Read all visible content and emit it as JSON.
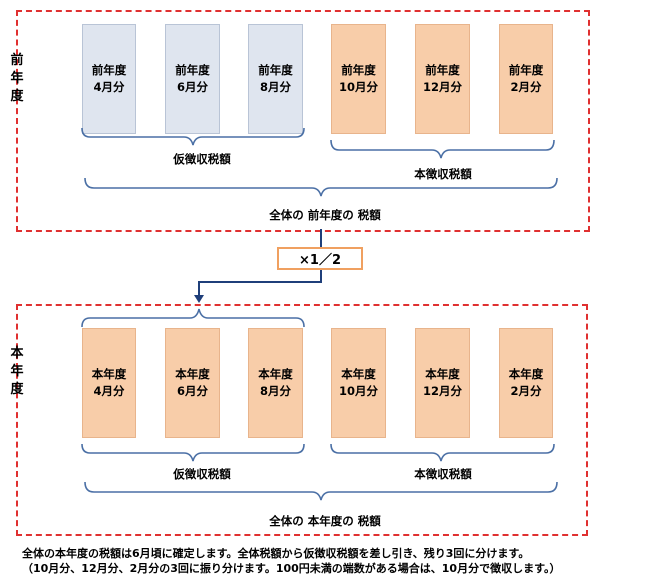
{
  "prev_year": {
    "side_label": [
      "前",
      "年",
      "度"
    ],
    "months": [
      {
        "line1": "前年度",
        "line2": "4月分"
      },
      {
        "line1": "前年度",
        "line2": "6月分"
      },
      {
        "line1": "前年度",
        "line2": "8月分"
      },
      {
        "line1": "前年度",
        "line2": "10月分"
      },
      {
        "line1": "前年度",
        "line2": "12月分"
      },
      {
        "line1": "前年度",
        "line2": "2月分"
      }
    ],
    "provisional_label": "仮徴収税額",
    "main_label": "本徴収税額",
    "total_label": "全体の 前年度の 税額"
  },
  "multiplier": "×1／2",
  "this_year": {
    "side_label": [
      "本",
      "年",
      "度"
    ],
    "months": [
      {
        "line1": "本年度",
        "line2": "4月分"
      },
      {
        "line1": "本年度",
        "line2": "6月分"
      },
      {
        "line1": "本年度",
        "line2": "8月分"
      },
      {
        "line1": "本年度",
        "line2": "10月分"
      },
      {
        "line1": "本年度",
        "line2": "12月分"
      },
      {
        "line1": "本年度",
        "line2": "2月分"
      }
    ],
    "provisional_label": "仮徴収税額",
    "main_label": "本徴収税額",
    "total_label": "全体の 本年度の 税額"
  },
  "notes": {
    "line1": "全体の本年度の税額は6月頃に確定します。全体税額から仮徴収税額を差し引き、残り3回に分けます。",
    "line2": "（10月分、12月分、2月分の3回に振り分けます。100円未満の端数がある場合は、10月分で徴収します。）"
  },
  "colors": {
    "frame": "#e03030",
    "prev_provisional_box": "#dfe5ef",
    "main_box": "#f8cda9",
    "brace": "#4a6fa5",
    "arrow": "#1f3f7a",
    "multiplier_border": "#f0a060"
  }
}
